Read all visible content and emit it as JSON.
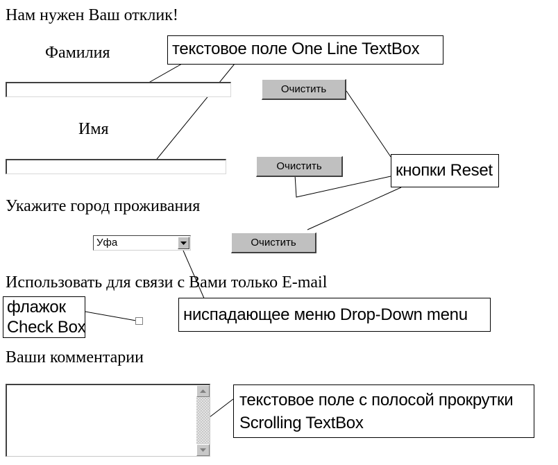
{
  "form": {
    "heading": "Нам нужен Ваш отклик!",
    "surname_label": "Фамилия",
    "name_label": "Имя",
    "city_label": "Укажите город проживания",
    "city_selected": "Уфа",
    "email_only_label": "Использовать для связи с Вами только E-mail",
    "comments_label": "Ваши комментарии",
    "reset_label": "Очистить",
    "email_only_checked": false
  },
  "callouts": {
    "textbox": "текстовое поле One Line TextBox",
    "reset": "кнопки Reset",
    "dropdown": "ниспадающее меню Drop-Down menu",
    "checkbox_line1": "флажок",
    "checkbox_line2": "Check Box",
    "scrolling_line1": "текстовое поле с полосой прокрутки",
    "scrolling_line2": "Scrolling TextBox"
  },
  "icons": {
    "dropdown_arrow": "triangle-down-icon",
    "scroll_up": "triangle-up-icon",
    "scroll_down": "triangle-down-icon"
  }
}
